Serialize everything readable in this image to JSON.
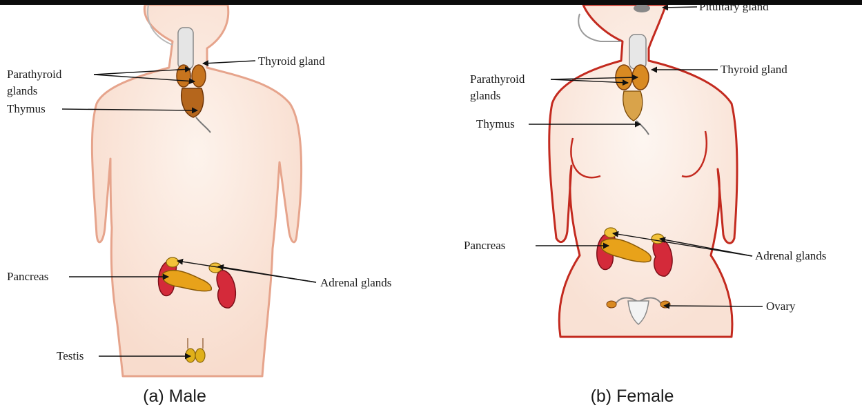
{
  "male": {
    "caption": "(a) Male",
    "labels": {
      "parathyroid_line1": "Parathyroid",
      "parathyroid_line2": "glands",
      "thyroid": "Thyroid gland",
      "thymus": "Thymus",
      "pancreas": "Pancreas",
      "adrenal": "Adrenal glands",
      "testis": "Testis"
    }
  },
  "female": {
    "caption": "(b) Female",
    "labels": {
      "pituitary": "Pituitary gland",
      "parathyroid_line1": "Parathyroid",
      "parathyroid_line2": "glands",
      "thyroid": "Thyroid gland",
      "thymus": "Thymus",
      "pancreas": "Pancreas",
      "adrenal": "Adrenal glands",
      "ovary": "Ovary"
    }
  },
  "colors": {
    "skin_fill": "#fbe9df",
    "male_outline": "#e6a48c",
    "female_outline": "#c32a1f",
    "gland": "#e8a21a",
    "kidney": "#d42a3a",
    "thymus": "#b5661c"
  }
}
